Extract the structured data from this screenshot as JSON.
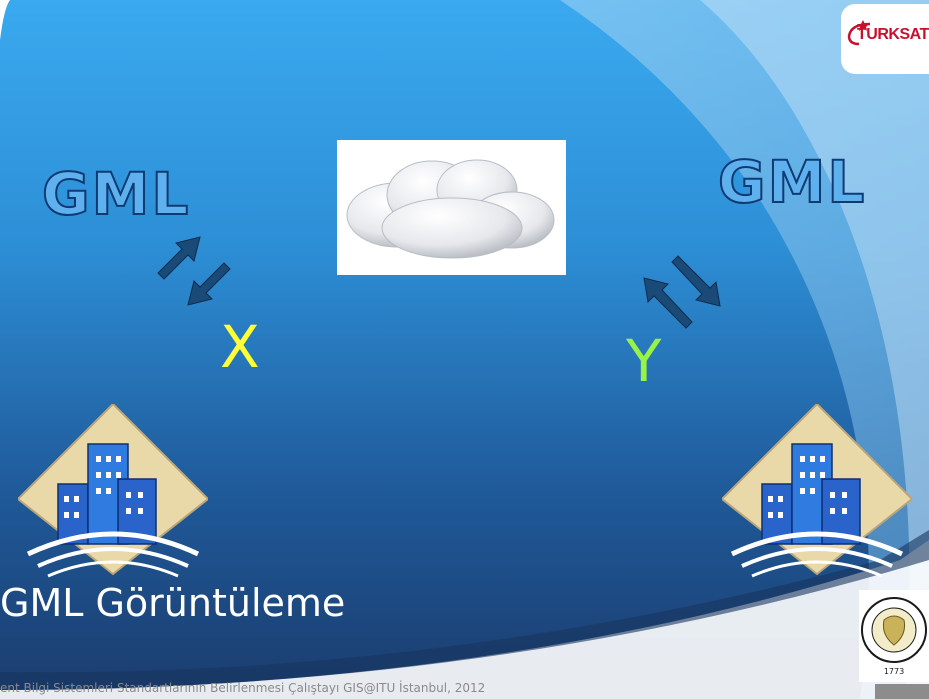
{
  "slide": {
    "title": "GML Görüntüleme",
    "footer": "ent Bilgi Sistemleri Standartlarının Belirlenmesi Çalıştayı GIS@ITU İstanbul, 2012",
    "gml_left": "GML",
    "gml_right": "GML",
    "variable_left": "X",
    "variable_right": "Y"
  },
  "logos": {
    "turksat_text": "TURKSAT",
    "itu_seal_year": "1773"
  },
  "colors": {
    "background_dark": "#1b3f73",
    "background_light": "#39a8ec",
    "x_color": "#ffff33",
    "y_color": "#99f244",
    "arrow_color": "#1a4a78"
  },
  "icons": [
    "cloud-icon",
    "building-icon",
    "sync-arrows-icon",
    "turksat-logo",
    "itu-seal-logo"
  ]
}
